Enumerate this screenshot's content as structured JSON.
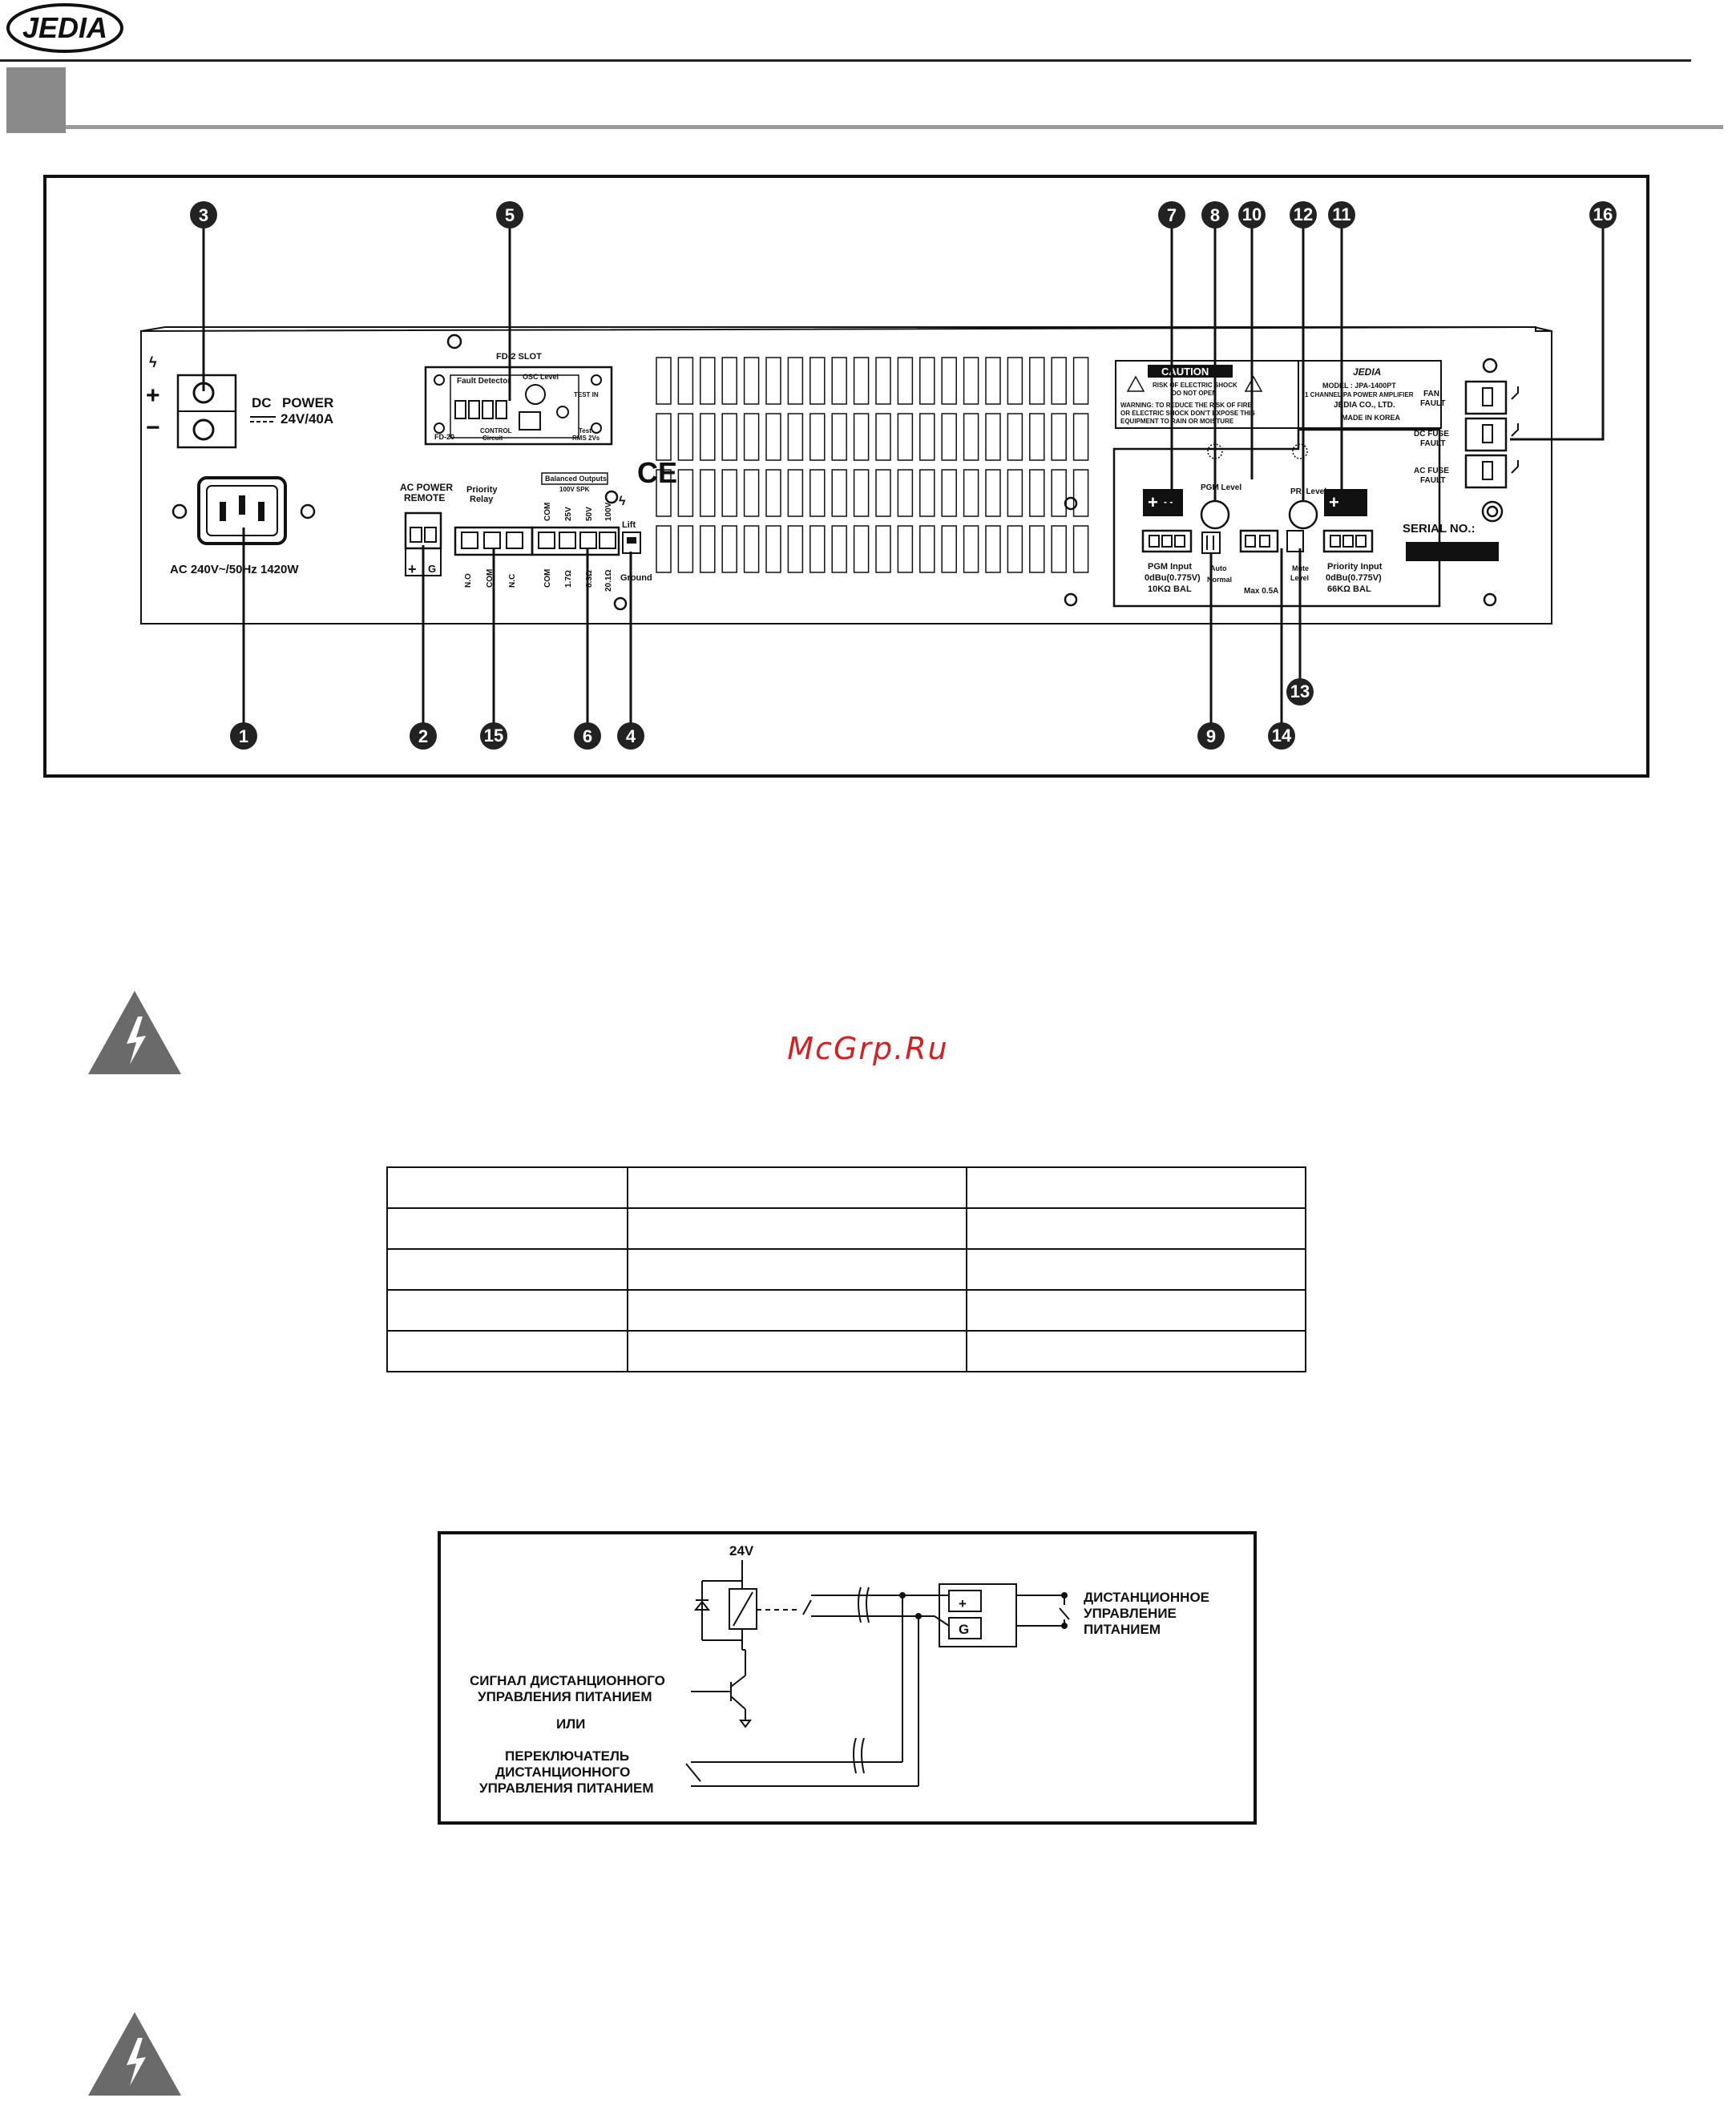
{
  "header": {
    "logo_text": "JEDIA"
  },
  "panel": {
    "callouts": [
      "1",
      "2",
      "3",
      "4",
      "5",
      "6",
      "7",
      "8",
      "9",
      "10",
      "11",
      "12",
      "13",
      "14",
      "15",
      "16"
    ],
    "dc": {
      "label_dc": "DC",
      "label_power": "POWER",
      "rating": "24V/40A"
    },
    "ac": {
      "rating": "AC 240V~/50Hz 1420W"
    },
    "fd_slot": {
      "title": "FD-2 SLOT",
      "fault": "Fault Detector",
      "osc": "OSC Level",
      "model": "FD-20",
      "control": "CONTROL",
      "circuit": "Circuit",
      "test": "Test",
      "rms": "RMS 2Vs",
      "test_in": "TEST IN"
    },
    "remote": {
      "title1": "AC POWER",
      "title2": "REMOTE",
      "plus": "+",
      "g": "G"
    },
    "priority": {
      "title1": "Priority",
      "title2": "Relay",
      "no": "N.O",
      "com": "COM",
      "nc": "N.C"
    },
    "outputs": {
      "balanced": "Balanced Outputs",
      "unbal": "100V SPK",
      "com": "COM",
      "v25": "25V",
      "v50": "50V",
      "v100": "100V",
      "o1": "1.7Ω",
      "o2": "8.3Ω",
      "o3": "20.1Ω"
    },
    "ground": {
      "lift": "Lift",
      "ground": "Ground"
    },
    "ce": "CE",
    "caution": {
      "title": "CAUTION",
      "line1": "RISK OF ELECTRIC SHOCK",
      "line2": "DO NOT OPEN",
      "warn1": "WARNING: TO REDUCE THE RISK OF FIRE",
      "warn2": "OR ELECTRIC SHOCK DON'T EXPOSE THIS",
      "warn3": "EQUIPMENT TO RAIN OR MOISTURE"
    },
    "model": {
      "line1": "MODEL : JPA-1400PT",
      "line2": "1 CHANNEL PA POWER AMPLIFIER",
      "line3": "JEDIA CO., LTD.",
      "line4": "MADE IN KOREA"
    },
    "pgm": {
      "label": "PGM Input",
      "level": "PGM Level",
      "spec1": "0dBu(0.775V)",
      "spec2": "10KΩ BAL"
    },
    "pri": {
      "label": "Priority Input",
      "level": "PRI Level",
      "spec1": "0dBu(0.775V)",
      "spec2": "66KΩ BAL"
    },
    "switch": {
      "auto": "Auto",
      "normal": "Normal"
    },
    "mute": {
      "label1": "Mute",
      "label2": "Level",
      "max": "Max 0.5A"
    },
    "serial": {
      "label": "SERIAL NO.:"
    },
    "faults": {
      "fan1": "FAN",
      "fan2": "FAULT",
      "dc1": "DC FUSE",
      "dc2": "FAULT",
      "ac1": "AC FUSE",
      "ac2": "FAULT"
    }
  },
  "watermark": "McGrp.Ru",
  "table": {
    "rows": 5,
    "cols": 3
  },
  "diagram": {
    "v24": "24V",
    "plus": "+",
    "g": "G",
    "remote_power": [
      "ДИСТАНЦИОННОЕ",
      "УПРАВЛЕНИЕ",
      "ПИТАНИЕМ"
    ],
    "signal": [
      "СИГНАЛ ДИСТАНЦИОННОГО",
      "УПРАВЛЕНИЯ ПИТАНИЕМ"
    ],
    "or": "ИЛИ",
    "switch": [
      "ПЕРЕКЛЮЧАТЕЛЬ",
      "ДИСТАНЦИОННОГО",
      "УПРАВЛЕНИЯ ПИТАНИЕМ"
    ]
  }
}
